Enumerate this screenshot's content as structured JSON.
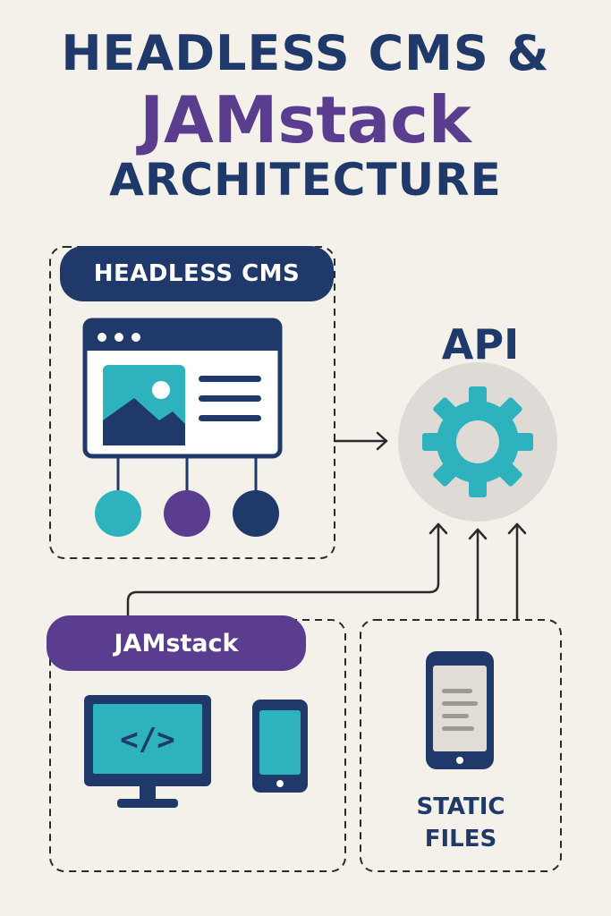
{
  "title": {
    "line1": "HEADLESS CMS &",
    "line2": "JAMstack",
    "line3": "ARCHITECTURE"
  },
  "cms_panel": {
    "label": "HEADLESS CMS"
  },
  "api": {
    "label": "API"
  },
  "jamstack_panel": {
    "label": "JAMstack",
    "code_glyph": "</>"
  },
  "static_panel": {
    "label_line1": "STATIC",
    "label_line2": "FILES"
  },
  "colors": {
    "background": "#f4f0ea",
    "navy": "#1f3a6a",
    "purple": "#5b3d8f",
    "teal": "#2eb3be",
    "gear_circle": "#dedbd6",
    "phone_screen": "#e0ddd7"
  },
  "icons": [
    "browser-window-icon",
    "image-icon",
    "gear-icon",
    "desktop-monitor-icon",
    "code-icon",
    "smartphone-icon"
  ]
}
